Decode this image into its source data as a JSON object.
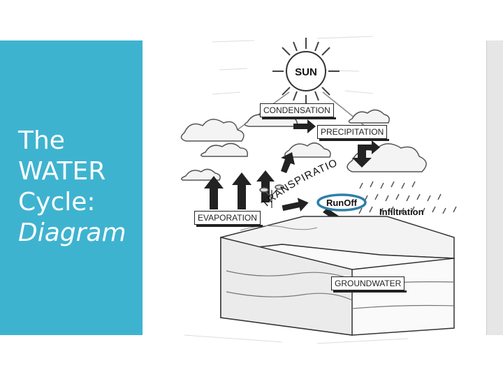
{
  "title": {
    "line1": "The",
    "line2": "WATER",
    "line3": "Cycle:",
    "line4": "Diagram"
  },
  "diagram": {
    "sun_label": "SUN",
    "labels": {
      "condensation": "CONDENSATION",
      "precipitation": "PRECIPITATION",
      "transpiration": "TRANSPIRATION",
      "evaporation": "EVAPORATION",
      "runoff": "RunOff",
      "infiltration": "Infiltration",
      "groundwater": "GROUNDWATER"
    }
  },
  "colors": {
    "accent": "#3eb3d0",
    "runoff_ring": "#2f7fa8"
  }
}
